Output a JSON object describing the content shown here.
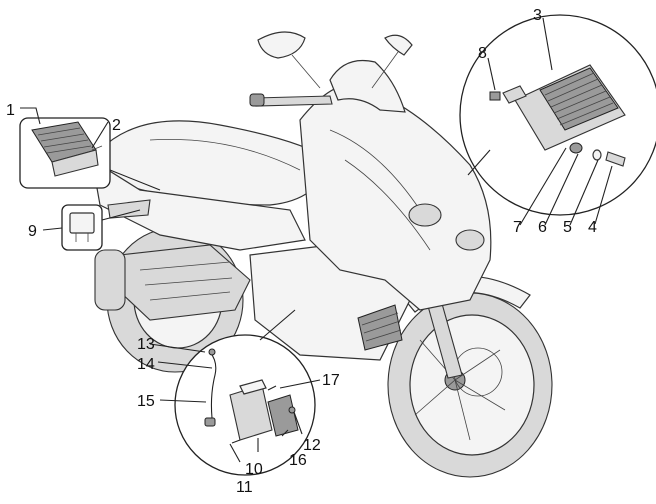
{
  "diagram": {
    "callouts": [
      "1",
      "2",
      "3",
      "4",
      "5",
      "6",
      "7",
      "8",
      "9",
      "10",
      "11",
      "12",
      "13",
      "14",
      "15",
      "16",
      "17"
    ],
    "detail_circles": [
      {
        "name": "voltage-regulator-detail"
      },
      {
        "name": "electronic-module-detail"
      },
      {
        "name": "ignition-unit-detail"
      }
    ]
  }
}
